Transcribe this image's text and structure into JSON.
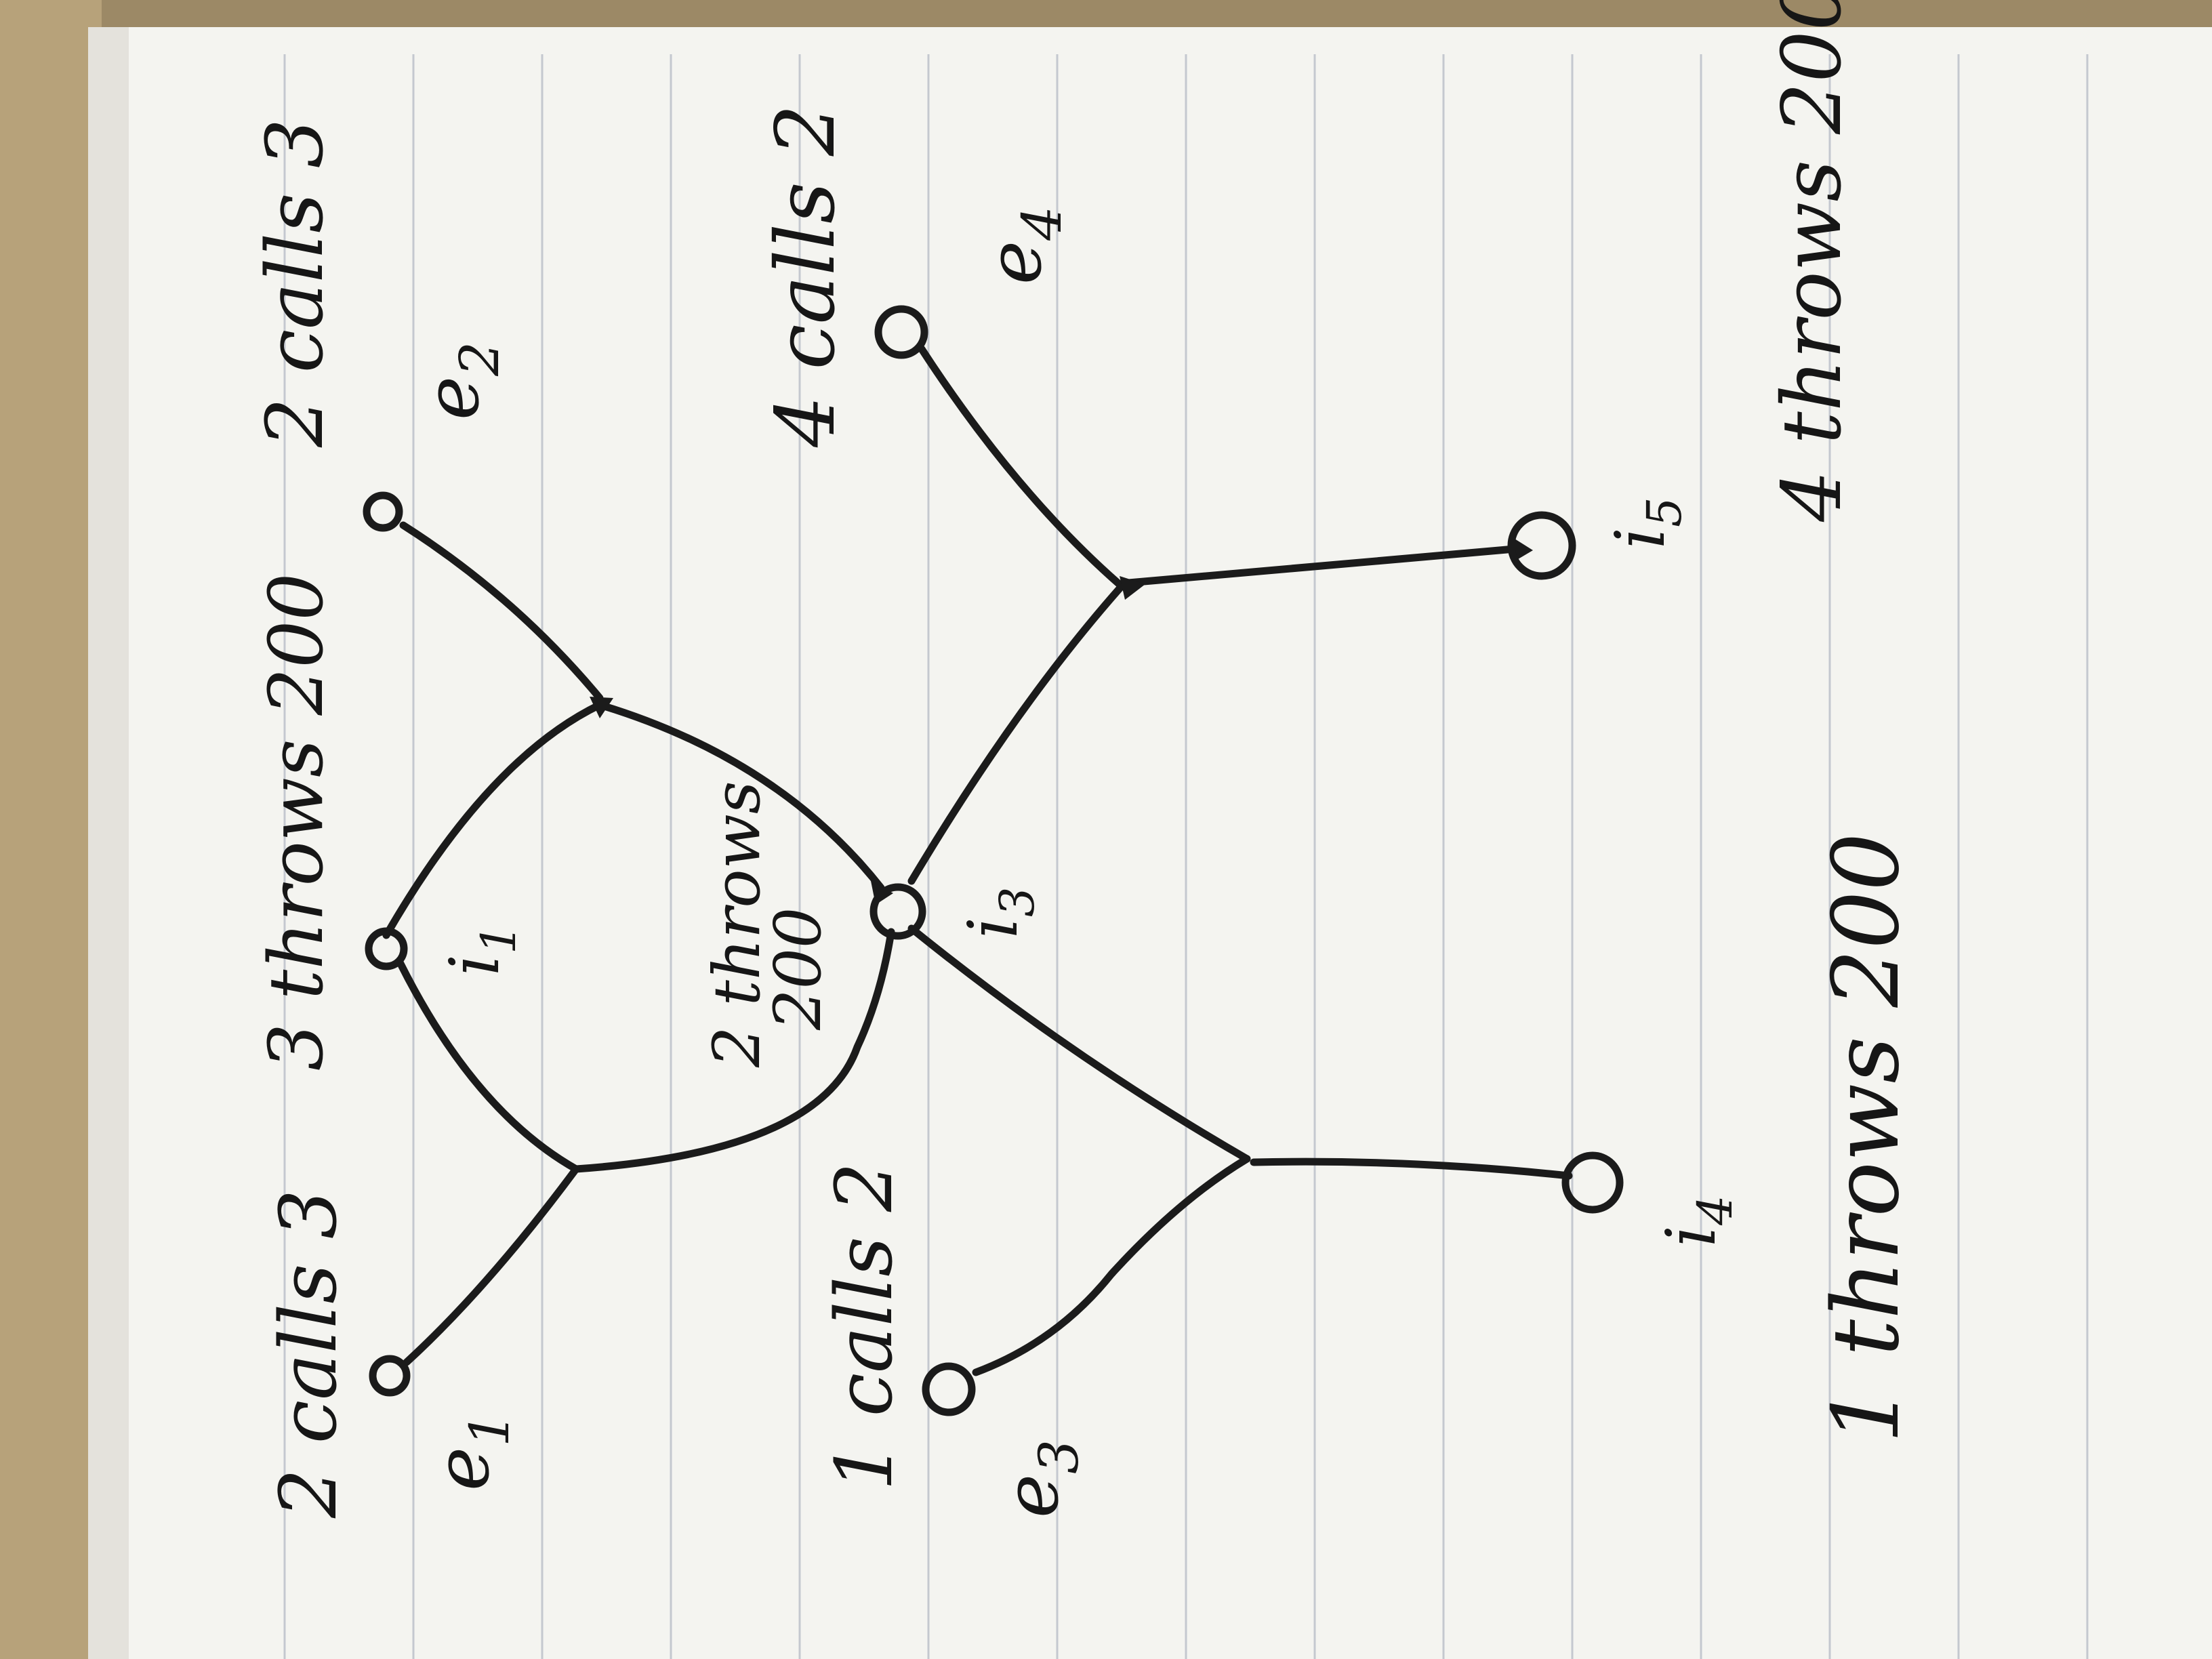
{
  "diagram": {
    "nodes": [
      {
        "id": "e1",
        "label": "e",
        "sub": "1",
        "kind": "external"
      },
      {
        "id": "e2",
        "label": "e",
        "sub": "2",
        "kind": "external"
      },
      {
        "id": "e3",
        "label": "e",
        "sub": "3",
        "kind": "external"
      },
      {
        "id": "e4",
        "label": "e",
        "sub": "4",
        "kind": "external"
      },
      {
        "id": "i1",
        "label": "i",
        "sub": "1",
        "kind": "internal"
      },
      {
        "id": "i3",
        "label": "i",
        "sub": "3",
        "kind": "internal"
      },
      {
        "id": "i4",
        "label": "i",
        "sub": "4",
        "kind": "internal"
      },
      {
        "id": "i5",
        "label": "i",
        "sub": "5",
        "kind": "internal"
      }
    ],
    "annotations": {
      "e1": "2 calls 3",
      "e2": "2 calls 3",
      "e3": "1 calls 2",
      "e4": "4 calls 2",
      "i1": "3 throws 200",
      "i3_line1": "2 throws",
      "i3_line2": "200",
      "i4": "1 throws 200",
      "i5": "4 throws 200"
    }
  }
}
